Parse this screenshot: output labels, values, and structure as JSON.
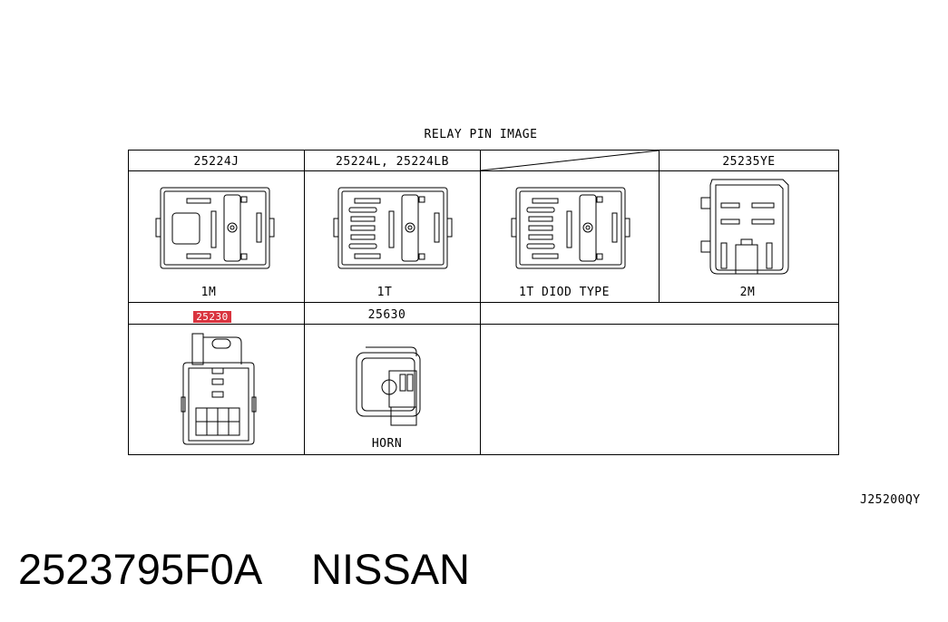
{
  "diagram": {
    "title": "RELAY PIN IMAGE",
    "drawing_code": "J25200QY",
    "table": {
      "row1": [
        {
          "part": "25224J",
          "caption": "1M"
        },
        {
          "part": "25224L, 25224LB",
          "caption": "1T"
        },
        {
          "part": "",
          "caption": "1T DIOD TYPE"
        },
        {
          "part": "25235YE",
          "caption": "2M"
        }
      ],
      "row2": [
        {
          "part": "25230",
          "caption": "",
          "highlighted": true
        },
        {
          "part": "25630",
          "caption": "HORN"
        }
      ]
    }
  },
  "footer": {
    "part_number": "2523795F0A",
    "brand": "NISSAN"
  },
  "colors": {
    "line": "#000000",
    "highlight": "#d9343f",
    "background": "#ffffff"
  }
}
